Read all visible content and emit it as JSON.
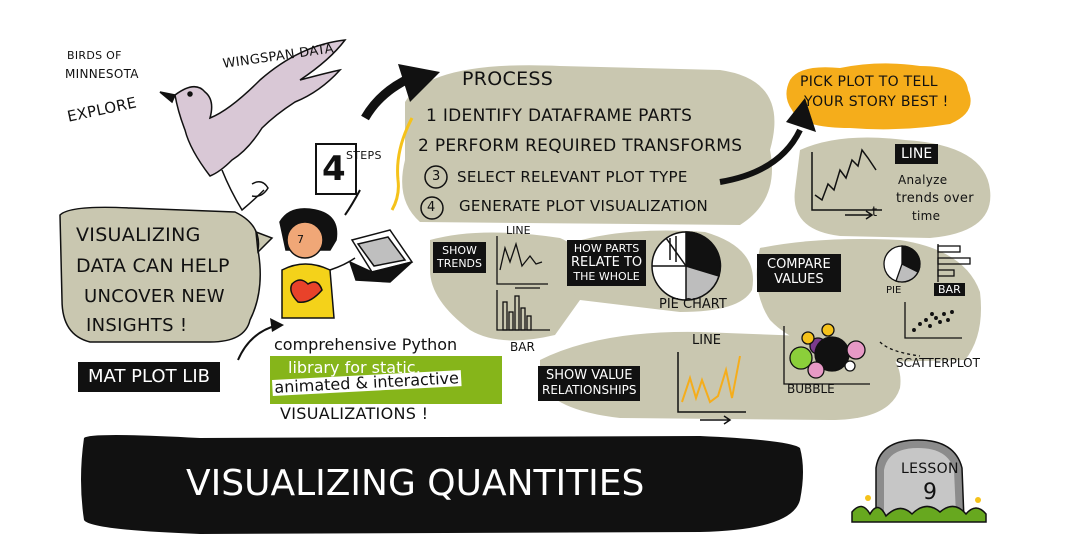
{
  "colors": {
    "olive_wash": "#c9c7b0",
    "ink": "#111111",
    "accent_orange": "#f5ad1b",
    "lime_green": "#86b51a",
    "bird_pink": "#d9c8d6",
    "face_orange": "#f0a777",
    "shirt_yellow": "#f4d21a",
    "shirt_red": "#e8422a",
    "tombstone_gray": "#8c8c8c",
    "grass_green": "#67a81f",
    "bubble_green": "#8bcf3a",
    "bubble_yellow": "#f5c21a",
    "bubble_pink": "#e799c6",
    "bubble_purple": "#7a3b8c"
  },
  "header": {
    "birds_line1": "BIRDS OF",
    "birds_line2": "MINNESOTA",
    "explore": "EXPLORE",
    "wingspan": "WINGSPAN DATA"
  },
  "steps": {
    "number": "4",
    "word": "STEPS"
  },
  "process": {
    "title": "PROCESS",
    "step1": "1 IDENTIFY DATAFRAME PARTS",
    "step2": "2 PERFORM REQUIRED TRANSFORMS",
    "step3_num": "3",
    "step3_text": "SELECT RELEVANT PLOT TYPE",
    "step4_num": "4",
    "step4_text": "GENERATE PLOT VISUALIZATION"
  },
  "pick_plot": {
    "line1": "PICK PLOT TO TELL",
    "line2": "YOUR STORY BEST !"
  },
  "line_panel": {
    "tag": "LINE",
    "line1": "Analyze",
    "line2": "trends over",
    "line3": "time",
    "axis_label": "t"
  },
  "insights": {
    "line1": "VISUALIZING",
    "line2": "DATA CAN HELP",
    "line3": "UNCOVER NEW",
    "line4": "INSIGHTS !"
  },
  "person": {
    "badge": "7"
  },
  "show_trends": {
    "tag_line1": "SHOW",
    "tag_line2": "TRENDS",
    "line_label": "LINE",
    "bar_label": "BAR"
  },
  "parts_whole": {
    "tag_line1": "HOW PARTS",
    "tag_line2": "RELATE TO",
    "tag_line3": "THE WHOLE",
    "pie_label": "PIE CHART"
  },
  "compare": {
    "tag_line1": "COMPARE",
    "tag_line2": "VALUES",
    "pie_label": "PIE",
    "bar_label": "BAR",
    "scatter_label": "SCATTERPLOT"
  },
  "matplotlib": {
    "label": "MAT PLOT LIB",
    "desc_line1": "comprehensive Python",
    "desc_line2": "library for static,",
    "desc_line3": "animated & interactive",
    "desc_line4": "VISUALIZATIONS !"
  },
  "relationships": {
    "tag_line1": "SHOW VALUE",
    "tag_line2": "RELATIONSHIPS",
    "line_label": "LINE",
    "bubble_label": "BUBBLE"
  },
  "banner": {
    "title": "VISUALIZING QUANTITIES"
  },
  "lesson": {
    "label": "LESSON",
    "number": "9"
  }
}
